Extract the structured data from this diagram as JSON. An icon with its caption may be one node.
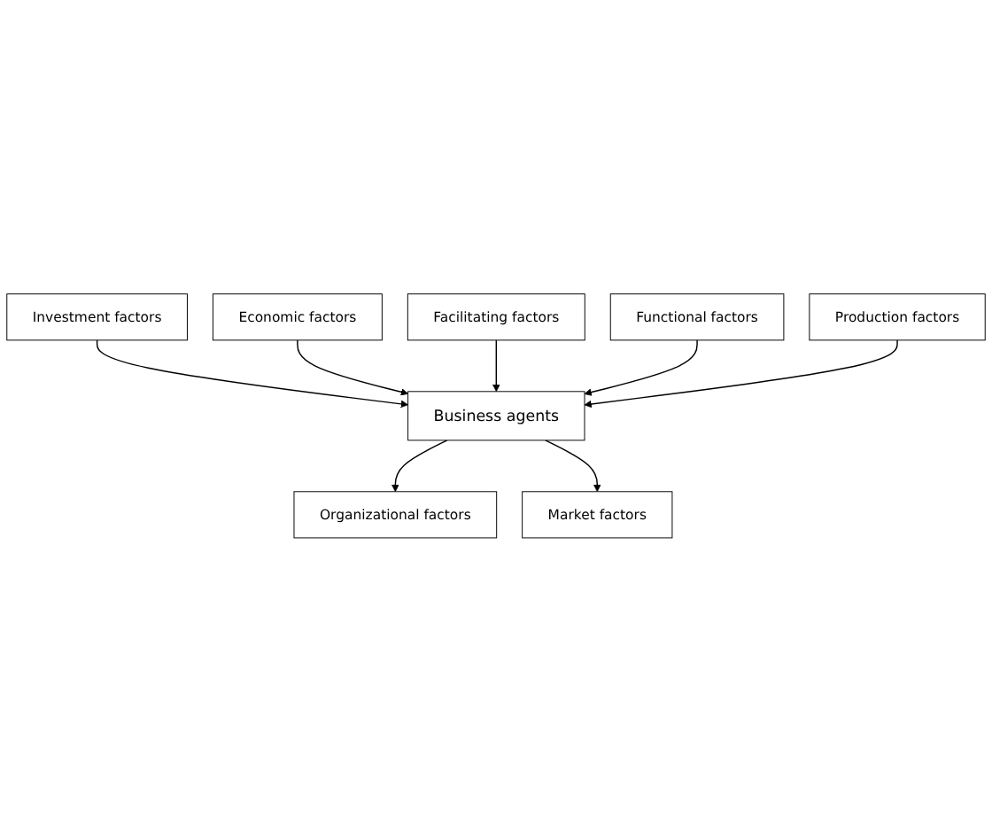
{
  "diagram": {
    "nodes": [
      {
        "text": [
          "Investment factors"
        ]
      },
      {
        "text": [
          "Economic factors"
        ]
      },
      {
        "text": [
          "Facilitating factors"
        ]
      },
      {
        "text": [
          "Business agents"
        ]
      },
      {
        "text": [
          "Functional factors"
        ]
      },
      {
        "text": [
          "Production factors"
        ]
      },
      {
        "text": [
          "Organizational factors"
        ]
      },
      {
        "text": [
          "Market factors"
        ]
      }
    ],
    "edges": [
      {
        "from": 0,
        "to": 3,
        "arrow": "to"
      },
      {
        "from": 1,
        "to": 3,
        "arrow": "to"
      },
      {
        "from": 2,
        "to": 3,
        "arrow": "to"
      },
      {
        "from": 4,
        "to": 3,
        "arrow": "to"
      },
      {
        "from": 5,
        "to": 3,
        "arrow": "to"
      },
      {
        "from": 3,
        "to": 6,
        "arrow": "to"
      },
      {
        "from": 3,
        "to": 7,
        "arrow": "to"
      }
    ]
  }
}
